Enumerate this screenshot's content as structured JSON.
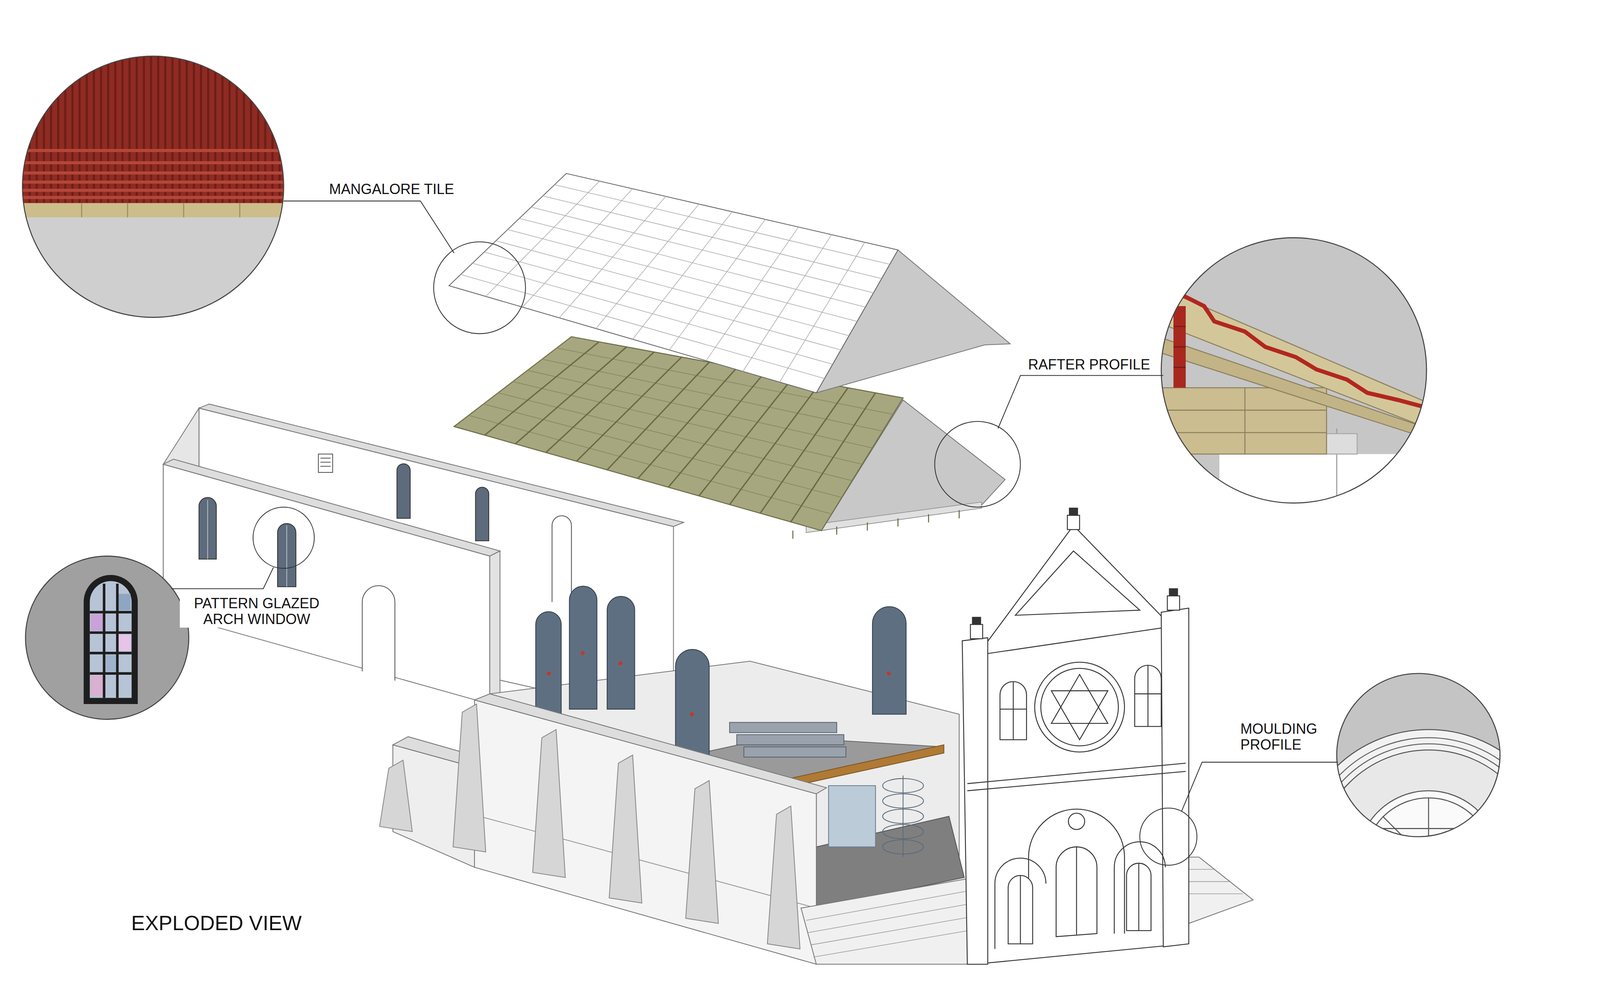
{
  "diagram": {
    "title": "EXPLODED VIEW",
    "labels": [
      "MANGALORE TILE",
      "RAFTER PROFILE",
      "PATTERN GLAZED ARCH WINDOW",
      "MOULDING PROFILE"
    ]
  }
}
